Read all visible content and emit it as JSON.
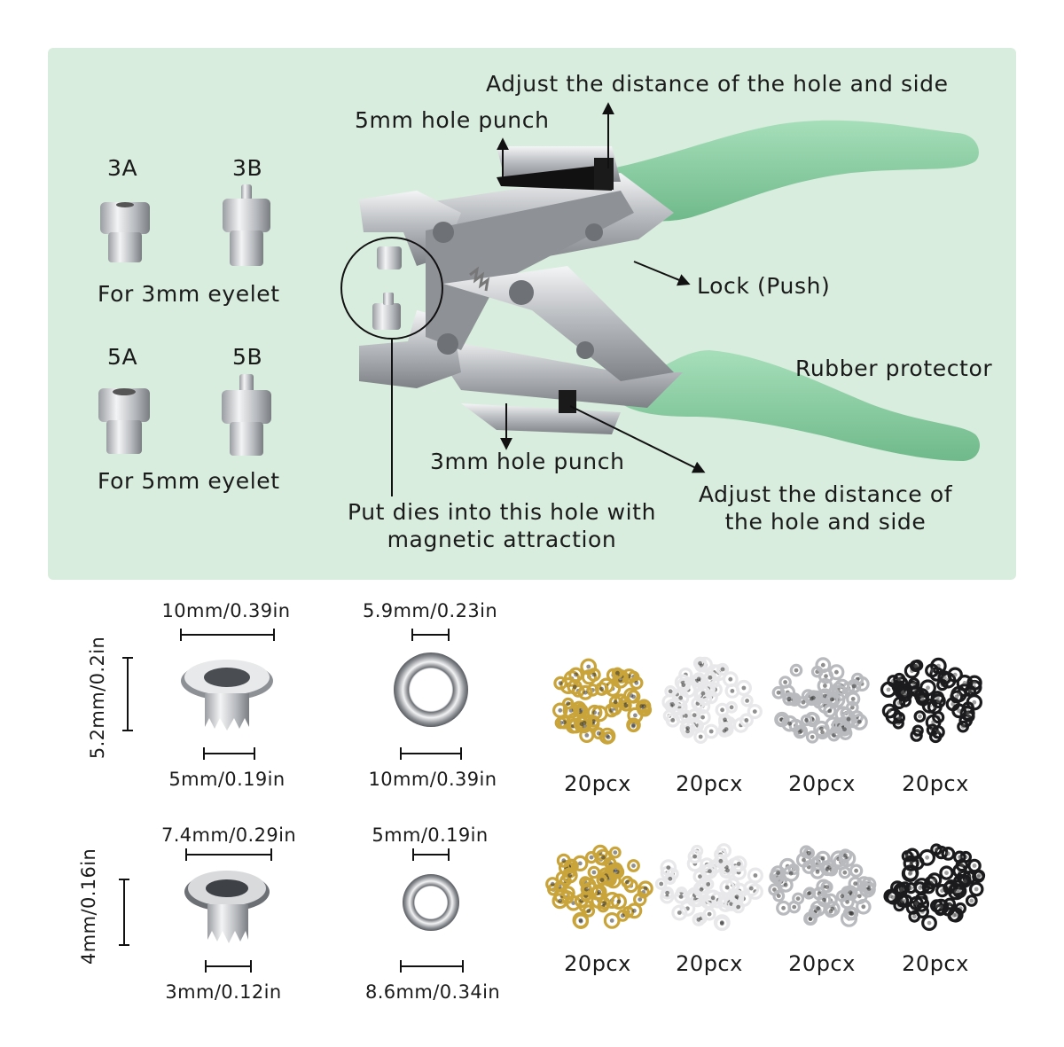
{
  "labels": {
    "adjust_top": "Adjust the distance of the hole and side",
    "hole_5mm": "5mm hole punch",
    "die_3a": "3A",
    "die_3b": "3B",
    "for_3mm": "For 3mm eyelet",
    "die_5a": "5A",
    "die_5b": "5B",
    "for_5mm": "For 5mm eyelet",
    "lock": "Lock (Push)",
    "rubber": "Rubber protector",
    "hole_3mm": "3mm hole punch",
    "adjust_bottom_1": "Adjust the distance of",
    "adjust_bottom_2": "the hole and side",
    "put_dies_1": "Put dies into this hole with",
    "put_dies_2": "magnetic attraction"
  },
  "eyelet_large": {
    "height": "5.2mm/0.2in",
    "top_width": "10mm/0.39in",
    "bottom_width": "5mm/0.19in",
    "washer_inner": "5.9mm/0.23in",
    "washer_outer": "10mm/0.39in"
  },
  "eyelet_small": {
    "height": "4mm/0.16in",
    "top_width": "7.4mm/0.29in",
    "bottom_width": "3mm/0.12in",
    "washer_inner": "5mm/0.19in",
    "washer_outer": "8.6mm/0.34in"
  },
  "piles_row1": [
    {
      "count": "20pcx",
      "color": "#c9a43a"
    },
    {
      "count": "20pcx",
      "color": "#e8e8ea"
    },
    {
      "count": "20pcx",
      "color": "#b8babd"
    },
    {
      "count": "20pcx",
      "color": "#1b1b1d"
    }
  ],
  "piles_row2": [
    {
      "count": "20pcx",
      "color": "#c9a43a"
    },
    {
      "count": "20pcx",
      "color": "#e8e8ea"
    },
    {
      "count": "20pcx",
      "color": "#b8babd"
    },
    {
      "count": "20pcx",
      "color": "#1b1b1d"
    }
  ],
  "colors": {
    "panel": "#d8eddd",
    "handle": "#8fd0a6",
    "metal": "#c7c9cc"
  }
}
